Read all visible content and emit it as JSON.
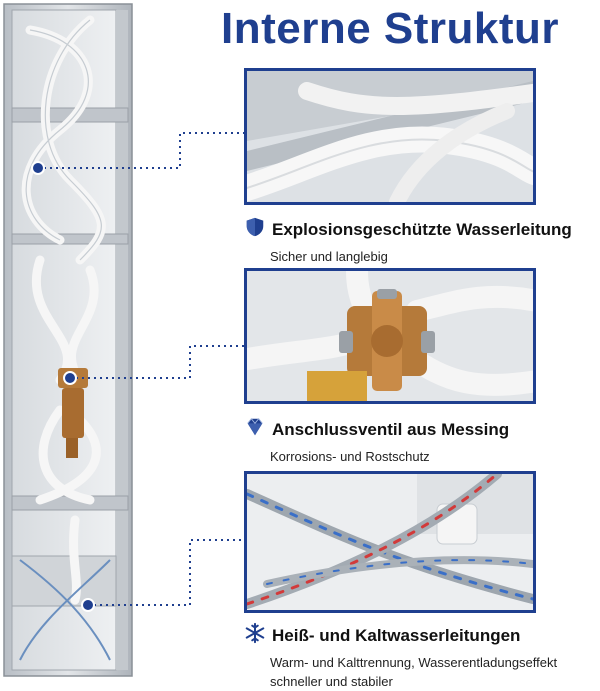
{
  "title": "Interne Struktur",
  "features": [
    {
      "icon": "shield-icon",
      "title": "Explosionsgeschützte Wasserleitung",
      "subtitle_lines": [
        "Sicher und langlebig"
      ]
    },
    {
      "icon": "diamond-icon",
      "title": "Anschlussventil aus Messing",
      "subtitle_lines": [
        "Korrosions- und Rostschutz"
      ]
    },
    {
      "icon": "snowflake-sun-icon",
      "title": "Heiß- und Kaltwasserleitungen",
      "subtitle_lines": [
        "Warm- und Kalttrennung, Wasserentladungseffekt",
        "schneller und stabiler"
      ]
    }
  ],
  "colors": {
    "brand_blue": "#1f3f8f",
    "steel": "#c9ced4",
    "hose_white": "#f4f4f4",
    "brass": "#b57a3a"
  }
}
